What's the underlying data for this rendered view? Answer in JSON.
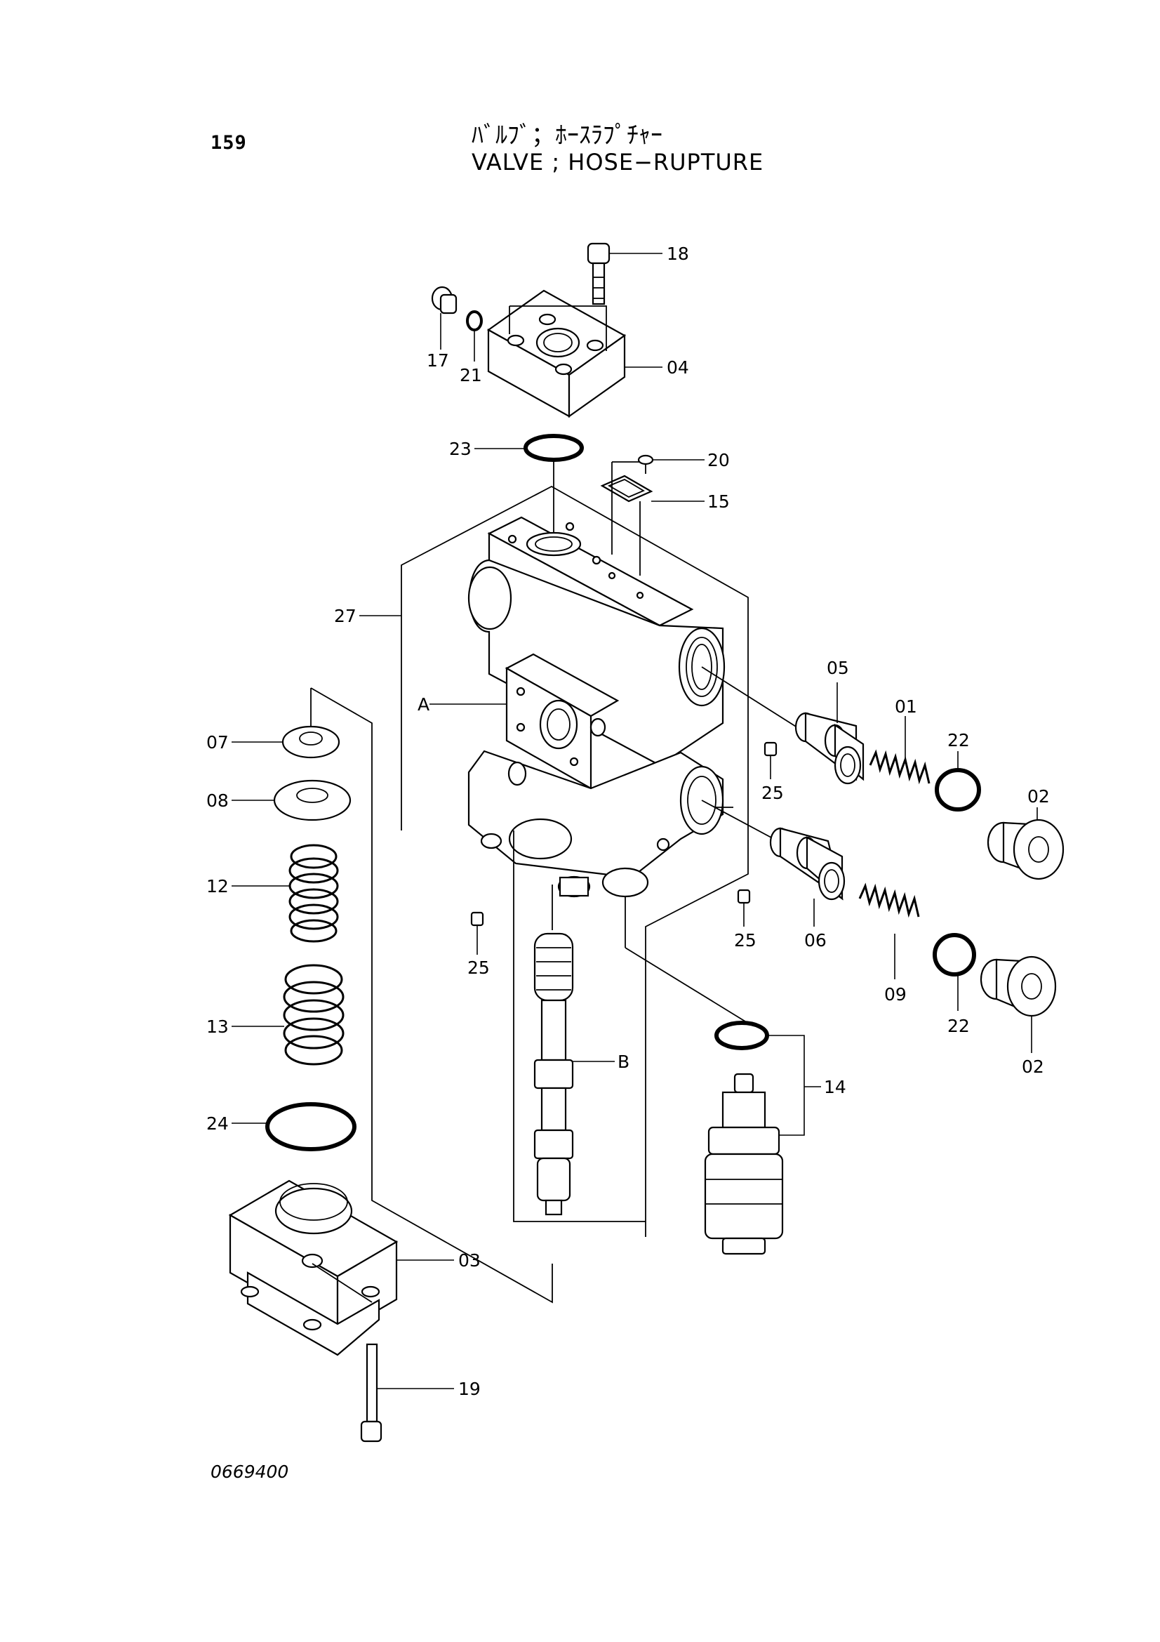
{
  "page_number": "159",
  "title_jp": "ﾊﾞﾙﾌﾞ；ﾎｰｽﾗﾌﾟﾁｬｰ",
  "title_en": "VALVE ; HOSE−RUPTURE",
  "drawing_code": "0669400",
  "part_labels": {
    "p18": "18",
    "p17": "17",
    "p21": "21",
    "p04": "04",
    "p23": "23",
    "p20": "20",
    "p15": "15",
    "p27": "27",
    "pA": "A",
    "p05": "05",
    "p01": "01",
    "p22a": "22",
    "p02a": "02",
    "p07": "07",
    "p25a": "25",
    "p08": "08",
    "p12": "12",
    "p25b": "25",
    "p25c": "25",
    "p06": "06",
    "p09": "09",
    "p13": "13",
    "p22b": "22",
    "p02b": "02",
    "pB": "B",
    "p14": "14",
    "p24": "24",
    "p03": "03",
    "p19": "19"
  }
}
